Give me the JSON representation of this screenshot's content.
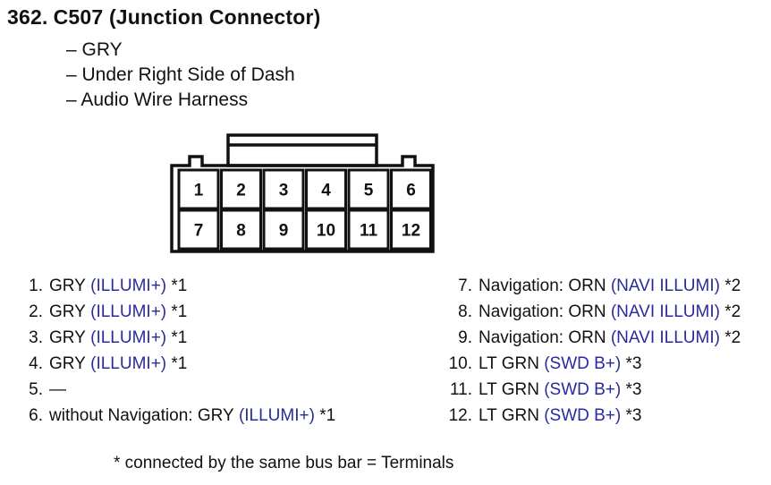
{
  "title": {
    "number": "362.",
    "name": "C507 (Junction Connector)"
  },
  "descriptions": [
    "– GRY",
    "– Under Right Side of Dash",
    "– Audio Wire Harness"
  ],
  "connector": {
    "top_row": [
      "1",
      "2",
      "3",
      "4",
      "5",
      "6"
    ],
    "bottom_row": [
      "7",
      "8",
      "9",
      "10",
      "11",
      "12"
    ]
  },
  "pins_left": [
    {
      "num": "1.",
      "text": "GRY",
      "signal": "(ILLUMI+)",
      "note": "*1"
    },
    {
      "num": "2.",
      "text": "GRY",
      "signal": "(ILLUMI+)",
      "note": "*1"
    },
    {
      "num": "3.",
      "text": "GRY",
      "signal": "(ILLUMI+)",
      "note": "*1"
    },
    {
      "num": "4.",
      "text": "GRY",
      "signal": "(ILLUMI+)",
      "note": "*1"
    },
    {
      "num": "5.",
      "text": "—",
      "signal": "",
      "note": ""
    },
    {
      "num": "6.",
      "text": "without Navigation: GRY",
      "signal": "(ILLUMI+)",
      "note": "*1"
    }
  ],
  "pins_right": [
    {
      "num": "7.",
      "text": "Navigation: ORN",
      "signal": "(NAVI ILLUMI)",
      "note": "*2"
    },
    {
      "num": "8.",
      "text": "Navigation: ORN",
      "signal": "(NAVI ILLUMI)",
      "note": "*2"
    },
    {
      "num": "9.",
      "text": "Navigation: ORN",
      "signal": "(NAVI ILLUMI)",
      "note": "*2"
    },
    {
      "num": "10.",
      "text": "LT GRN",
      "signal": "(SWD B+)",
      "note": "*3"
    },
    {
      "num": "11.",
      "text": "LT GRN",
      "signal": "(SWD B+)",
      "note": "*3"
    },
    {
      "num": "12.",
      "text": "LT GRN",
      "signal": "(SWD B+)",
      "note": "*3"
    }
  ],
  "footnote": "* connected by the same bus bar = Terminals",
  "colors": {
    "signal_text": "#2a2a9e",
    "line": "#111111"
  }
}
